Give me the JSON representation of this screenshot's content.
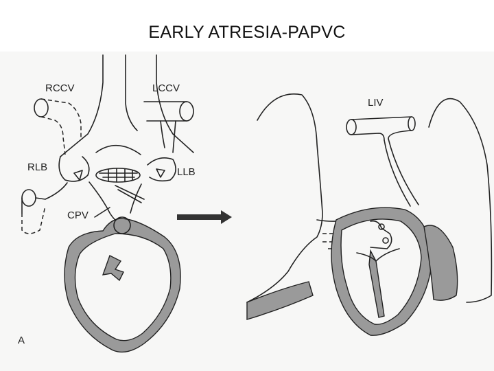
{
  "title": "EARLY ATRESIA-PAPVC",
  "colors": {
    "wall_fill": "#9a9a9a",
    "outline": "#222222",
    "background": "#f7f7f6"
  },
  "left_diagram": {
    "labels": {
      "rccv": "RCCV",
      "lccv": "LCCV",
      "rlb": "RLB",
      "llb": "LLB",
      "cpv": "CPV",
      "panel": "A"
    }
  },
  "right_diagram": {
    "labels": {
      "liv": "LIV"
    }
  },
  "transition_arrow_icon": "arrow-right-icon"
}
